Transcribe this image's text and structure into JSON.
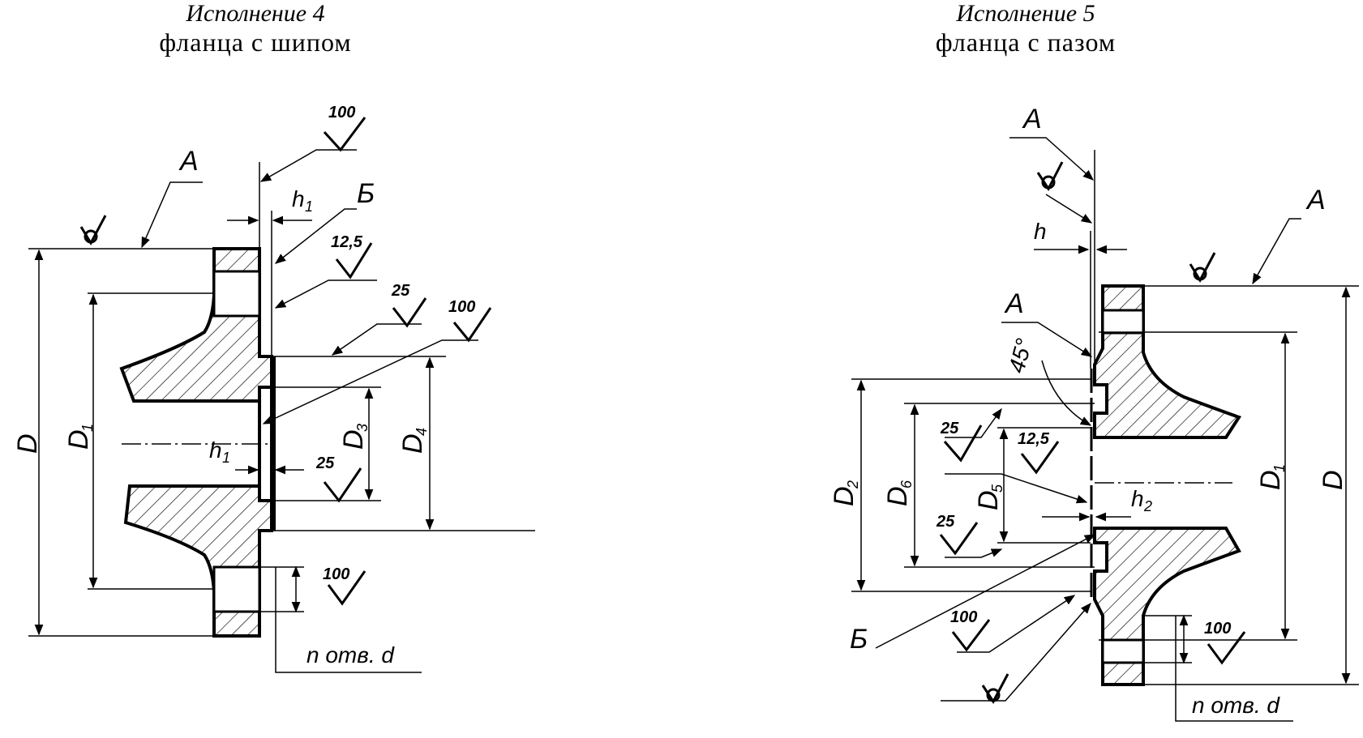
{
  "captions": {
    "left_line1": "Исполнение 4",
    "left_line2": "фланца с шипом",
    "right_line1": "Исполнение 5",
    "right_line2": "фланца с пазом"
  },
  "left_labels": {
    "datum": "А",
    "section": "Б",
    "D": "D",
    "D1": "D",
    "D1_sub": "1",
    "D3": "D",
    "D3_sub": "3",
    "D4": "D",
    "D4_sub": "4",
    "h1_top": "h",
    "h1_top_sub": "1",
    "h1_mid": "h",
    "h1_mid_sub": "1",
    "rough_100_top": "100",
    "rough_12_5": "12,5",
    "rough_25_top": "25",
    "rough_100_mid": "100",
    "rough_25_mid": "25",
    "rough_100_bot": "100",
    "holes": "n отв. d"
  },
  "right_labels": {
    "datum_top": "А",
    "datum_right": "А",
    "datum_mid": "А",
    "section": "Б",
    "h": "h",
    "angle": "45°",
    "D": "D",
    "D1": "D",
    "D1_sub": "1",
    "D2": "D",
    "D2_sub": "2",
    "D5": "D",
    "D5_sub": "5",
    "D6": "D",
    "D6_sub": "6",
    "h2": "h",
    "h2_sub": "2",
    "rough_25_top": "25",
    "rough_12_5": "12,5",
    "rough_25_bot": "25",
    "rough_100_left": "100",
    "rough_100_right": "100",
    "holes": "n отв. d"
  }
}
